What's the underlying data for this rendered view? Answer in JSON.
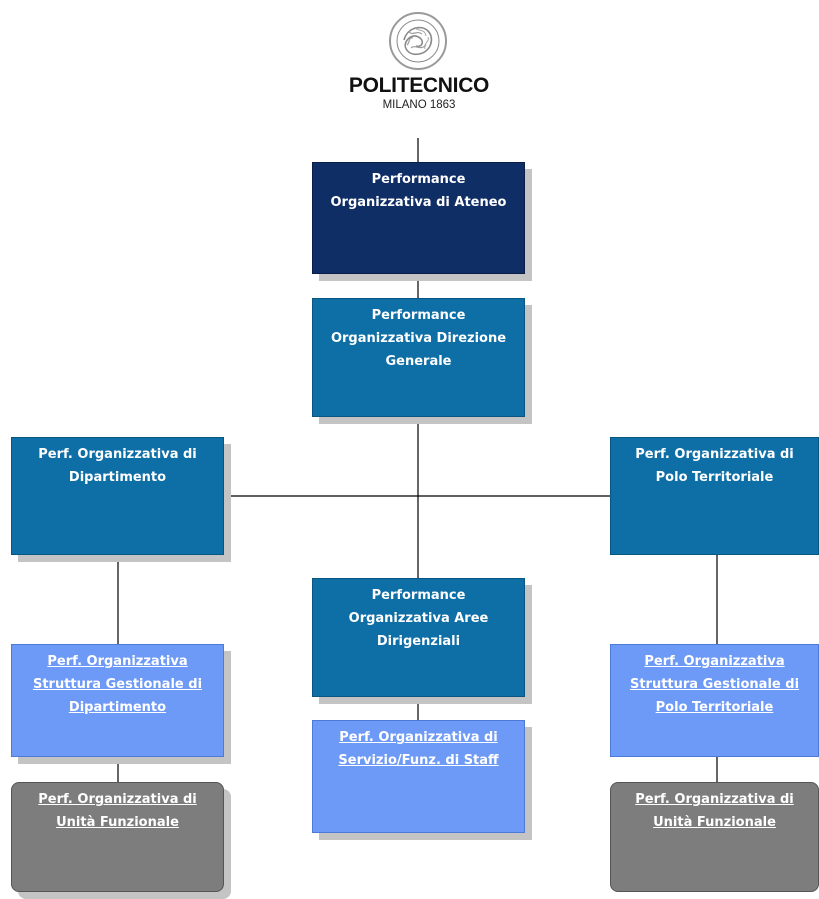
{
  "logo": {
    "name": "POLITECNICO",
    "subtitle": "MILANO 1863"
  },
  "nodes": {
    "ateneo": [
      "Performance",
      "Organizzativa di Ateneo"
    ],
    "direzione": [
      "Performance",
      "Organizzativa Direzione",
      "Generale"
    ],
    "dipartimento": [
      "Perf. Organizzativa di",
      "Dipartimento"
    ],
    "polo": [
      "Perf. Organizzativa di",
      "Polo Territoriale"
    ],
    "aree": [
      "Performance",
      "Organizzativa Aree",
      "Dirigenziali"
    ],
    "struttura_dip": [
      "Perf. Organizzativa",
      "Struttura Gestionale di",
      "Dipartimento"
    ],
    "servizio": [
      "Perf. Organizzativa di",
      "Servizio/Funz. di Staff"
    ],
    "struttura_polo": [
      "Perf. Organizzativa",
      "Struttura Gestionale di",
      "Polo Territoriale"
    ],
    "unita_left": [
      "Perf. Organizzativa di",
      "Unità Funzionale"
    ],
    "unita_right": [
      "Perf. Organizzativa di",
      "Unità Funzionale"
    ]
  },
  "colors": {
    "top_level": "#0f2e66",
    "mid_level": "#0e6ea6",
    "light_level": "#6e9af7",
    "unit_level": "#7d7d7d"
  }
}
